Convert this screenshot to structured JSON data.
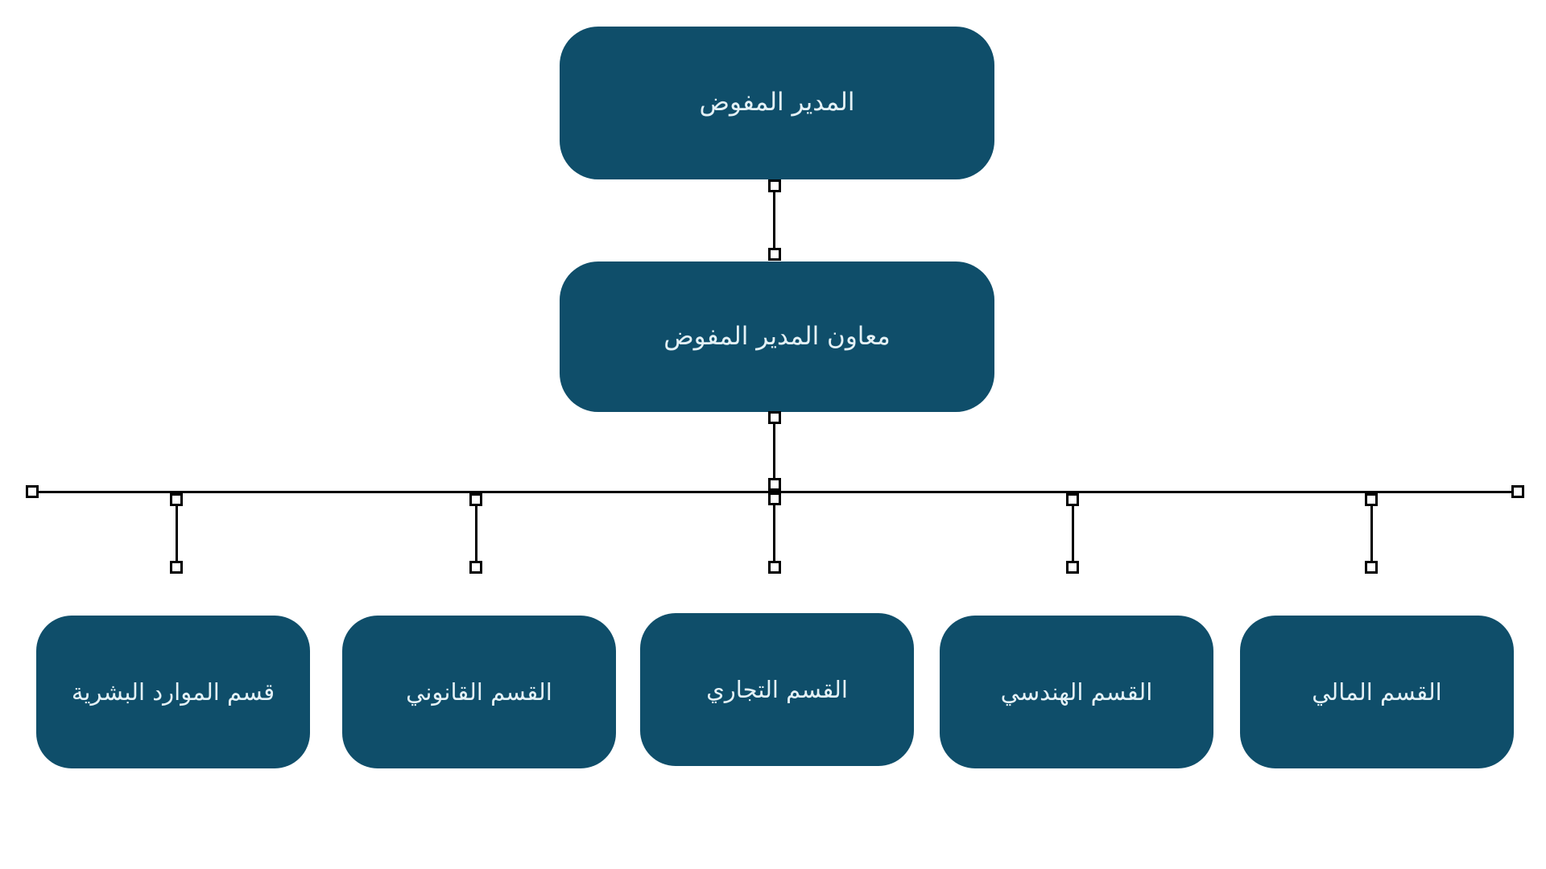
{
  "diagram": {
    "type": "org-chart",
    "text_direction": "rtl",
    "colors": {
      "background": "#FFFFFF",
      "node_fill": "#0F4E6A",
      "node_text": "#E4F1F6",
      "connector": "#000000",
      "handle_fill": "#FFFFFF",
      "handle_border": "#000000"
    },
    "nodes": [
      {
        "id": "managing-director",
        "label": "المدير المفوض",
        "level": 1
      },
      {
        "id": "assistant-managing-director",
        "label": "معاون المدير المفوض",
        "level": 2
      },
      {
        "id": "hr-department",
        "label": "قسم الموارد البشرية",
        "level": 3
      },
      {
        "id": "legal-department",
        "label": "القسم القانوني",
        "level": 3
      },
      {
        "id": "commercial-department",
        "label": "القسم التجاري",
        "level": 3
      },
      {
        "id": "engineering-department",
        "label": "القسم الهندسي",
        "level": 3
      },
      {
        "id": "financial-department",
        "label": "القسم المالي",
        "level": 3
      }
    ],
    "edges": [
      {
        "from": "managing-director",
        "to": "assistant-managing-director"
      },
      {
        "from": "assistant-managing-director",
        "to": "hr-department"
      },
      {
        "from": "assistant-managing-director",
        "to": "legal-department"
      },
      {
        "from": "assistant-managing-director",
        "to": "commercial-department"
      },
      {
        "from": "assistant-managing-director",
        "to": "engineering-department"
      },
      {
        "from": "assistant-managing-director",
        "to": "financial-department"
      }
    ]
  }
}
